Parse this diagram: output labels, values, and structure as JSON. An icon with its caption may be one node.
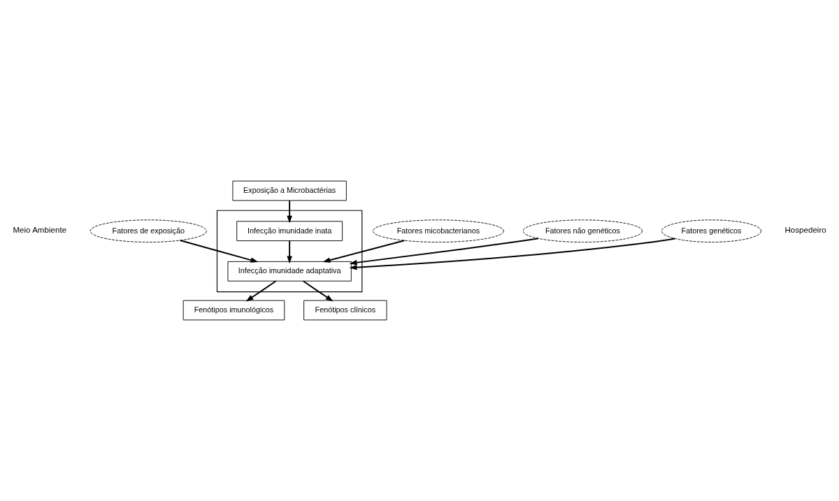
{
  "diagram": {
    "nodes": [
      {
        "text": [
          "Exposição a Microbactérias"
        ]
      },
      {
        "text": [],
        "shape": "box"
      },
      {
        "text": [
          "Infecção imunidade inata"
        ],
        "in": 1
      },
      {
        "text": [
          "Infecção imunidade adaptativa"
        ],
        "in": 1
      },
      {
        "text": [
          "Fatores de exposição"
        ]
      },
      {
        "text": [
          "Fatores micobacterianos"
        ]
      },
      {
        "text": [
          "Fatores não genéticos"
        ]
      },
      {
        "text": [
          "Fatores genéticos"
        ]
      },
      {
        "text": [
          "Fenótipos imunológicos"
        ]
      },
      {
        "text": [
          "Fenótipos clínicos"
        ]
      }
    ],
    "edges": [
      {
        "from": 0,
        "to": 2,
        "arrow": "to"
      },
      {
        "from": 2,
        "to": 3,
        "arrow": "to"
      },
      {
        "from": 4,
        "to": 3,
        "arrow": "to"
      },
      {
        "from": 5,
        "to": 3,
        "arrow": "to"
      },
      {
        "from": 6,
        "to": 3,
        "arrow": "to"
      },
      {
        "from": 7,
        "to": 3,
        "arrow": "to"
      },
      {
        "from": 3,
        "to": 8,
        "arrow": "to"
      },
      {
        "from": 3,
        "to": 9,
        "arrow": "to"
      }
    ],
    "labels": [
      "Meio Ambiente",
      "Hospedeiro"
    ]
  }
}
